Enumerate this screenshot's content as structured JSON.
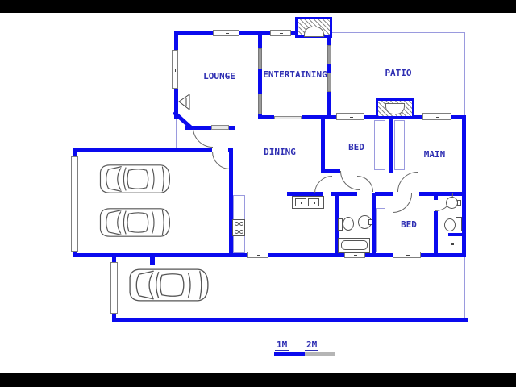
{
  "title": "floor-plan",
  "rooms": {
    "lounge": {
      "label": "LOUNGE"
    },
    "entertaining": {
      "label": "ENTERTAINING"
    },
    "patio": {
      "label": "PATIO"
    },
    "dining": {
      "label": "DINING"
    },
    "bed1": {
      "label": "BED"
    },
    "main": {
      "label": "MAIN"
    },
    "bed2": {
      "label": "BED"
    }
  },
  "scale": {
    "m1": "1M",
    "m2": "2M"
  },
  "colors": {
    "wall": "#0a0aee",
    "thin_line": "#9a9ade",
    "label_text": "#2e2eb2",
    "window_frame": "#7f7f7f",
    "letterbox": "#000000",
    "scale_blue": "#0a0aee",
    "scale_gray": "#b5b5b5"
  },
  "icons": {
    "fireplace": "fireplace-icon",
    "braai": "braai-icon",
    "stove": "stove-icon",
    "kitchen_sink": "kitchen-sink-icon",
    "toilet": "toilet-icon",
    "basin": "basin-icon",
    "bathtub": "bathtub-icon",
    "shower": "shower-icon",
    "car": "car-icon"
  }
}
